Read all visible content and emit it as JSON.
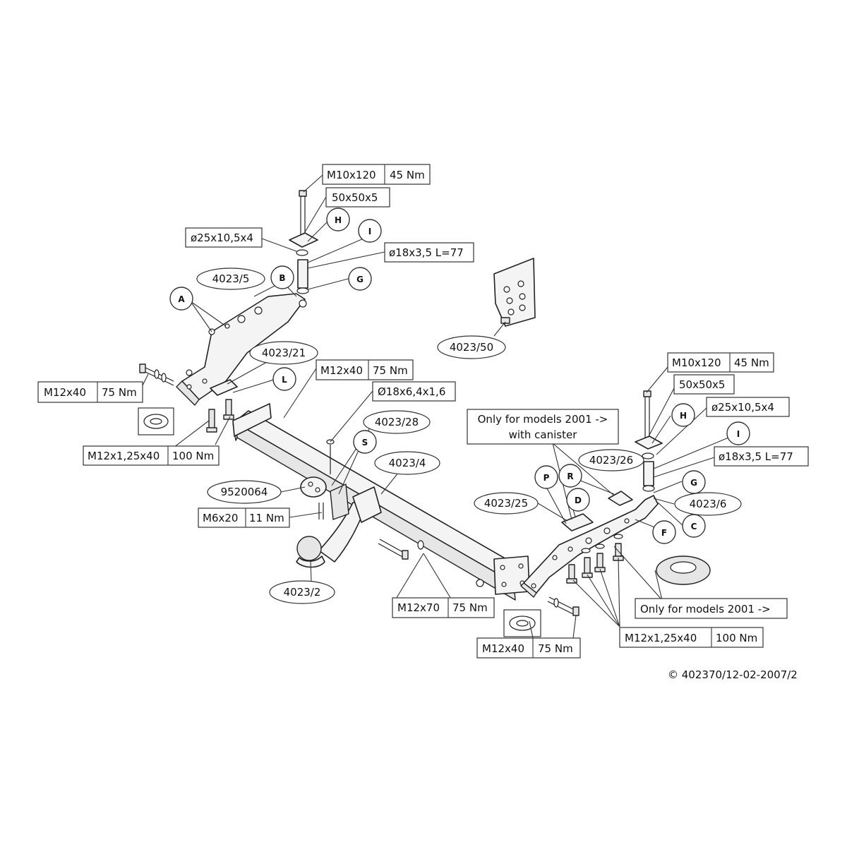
{
  "spec_boxes": {
    "top_left_bolt": [
      "M10x120",
      "45 Nm"
    ],
    "top_left_plate": [
      "50x50x5"
    ],
    "top_left_washer": [
      "ø25x10,5x4"
    ],
    "top_left_spacer": [
      "ø18x3,5 L=77"
    ],
    "left_bolt": [
      "M12x40",
      "75 Nm"
    ],
    "left_bolts_bottom": [
      "M12x1,25x40",
      "100 Nm"
    ],
    "center_bolt": [
      "M12x40",
      "75 Nm"
    ],
    "center_spacer": [
      "Ø18x6,4x1,6"
    ],
    "ball_bolt": [
      "M6x20",
      "11 Nm"
    ],
    "bottom_bolt": [
      "M12x70",
      "75 Nm"
    ],
    "top_right_bolt": [
      "M10x120",
      "45 Nm"
    ],
    "top_right_plate": [
      "50x50x5"
    ],
    "top_right_washer": [
      "ø25x10,5x4"
    ],
    "top_right_spacer": [
      "ø18x3,5 L=77"
    ],
    "canister_note": [
      "Only for models 2001 ->",
      "with canister"
    ],
    "models_note": [
      "Only for models 2001 ->"
    ],
    "right_bolts_bottom": [
      "M12x1,25x40",
      "100 Nm"
    ],
    "right_bolt_bottom": [
      "M12x40",
      "75 Nm"
    ]
  },
  "part_numbers": {
    "left_bracket": "4023/5",
    "left_plate": "4023/21",
    "electric_plate": "4023/50",
    "clamp": "4023/28",
    "crossbar": "4023/4",
    "socket": "9520064",
    "ball": "4023/2",
    "right_plate": "4023/26",
    "right_bracket_plate": "4023/25",
    "right_bracket": "4023/6"
  },
  "callouts": {
    "A": "A",
    "B": "B",
    "H_left": "H",
    "I_left": "I",
    "G_left": "G",
    "L": "L",
    "S": "S",
    "H_right": "H",
    "I_right": "I",
    "G_right": "G",
    "P": "P",
    "R": "R",
    "D": "D",
    "F": "F",
    "C": "C"
  },
  "copyright": "© 402370/12-02-2007/2"
}
